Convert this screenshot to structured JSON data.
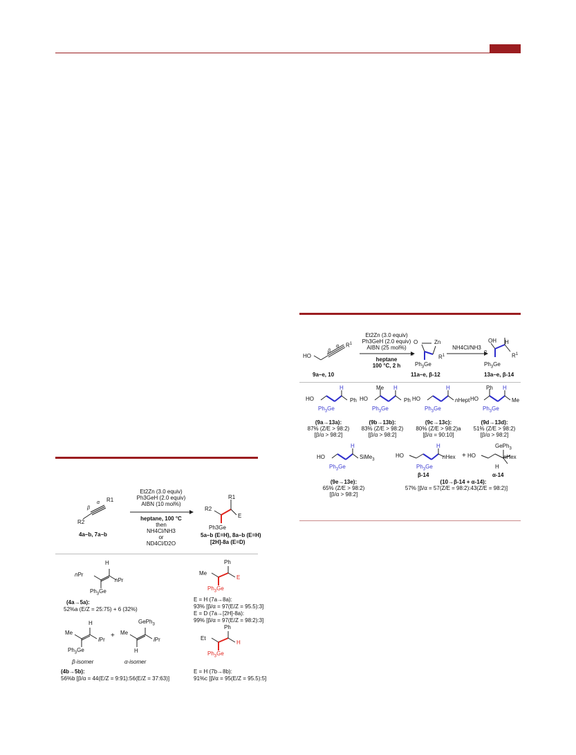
{
  "left_scheme": {
    "reagents": [
      "Et2Zn (3.0 equiv)",
      "Ph3GeH (2.0 equiv)",
      "AIBN (10 mol%)"
    ],
    "conditions": "heptane, 100 °C",
    "then": "then",
    "quench1": "NH4Cl/NH3",
    "or": "or",
    "quench2": "ND4Cl/D2O",
    "start_label": "4a–b, 7a–b",
    "product_label1": "5a–b (E=H), 8a–b (E=H)",
    "product_label2": "[2H]-8a (E=D)",
    "atoms": {
      "r1": "R1",
      "r2": "R2",
      "alpha": "α",
      "beta": "β",
      "e": "E",
      "ph3ge": "Ph3Ge"
    },
    "entries": {
      "e4a_title": "(4a→5a):",
      "e4a_yield": "52%a (E/Z = 25:75) + 6 (32%)",
      "e4b_title": "(4b→5b):",
      "e4b_yield": "56%b [β/α = 44(E/Z = 9:91):56(E/Z = 37:63)]",
      "e7a_line1": "E = H (7a→8a):",
      "e7a_line2": "93% [β/α = 97(E/Z = 95.5):3]",
      "e7a_line3": "E = D (7a→[2H]-8a):",
      "e7a_line4": "99% [β/α = 97(E/Z = 98:2):3]",
      "e7b_line1": "E = H (7b→8b):",
      "e7b_line2": "91%c [β/α = 95(E/Z = 95.5):5]",
      "beta_isomer": "β-isomer",
      "alpha_isomer": "α-isomer"
    }
  },
  "right_scheme": {
    "reagents": [
      "Et2Zn (3.0 equiv)",
      "Ph3GeH (2.0 equiv)",
      "AIBN (25 mol%)"
    ],
    "conditions1": "heptane",
    "conditions2": "100 °C, 2 h",
    "quench": "NH4Cl/NH3",
    "start_label": "9a–e, 10",
    "intermediate_label": "11a–e, β-12",
    "product_label": "13a–e, β-14",
    "entries": {
      "e9a_title": "(9a→13a):",
      "e9a_l1": "87% (Z/E > 98:2)",
      "e9a_l2": "[β/α > 98:2]",
      "e9b_title": "(9b→13b):",
      "e9b_l1": "83% (Z/E > 98:2)",
      "e9b_l2": "[β/α > 98:2]",
      "e9c_title": "(9c→13c):",
      "e9c_l1": "80% (Z/E > 98:2)a",
      "e9c_l2": "[β/α = 90:10]",
      "e9d_title": "(9d→13d):",
      "e9d_l1": "51% (Z/E > 98:2)",
      "e9d_l2": "[β/α > 98:2]",
      "e9e_title": "(9e→13e):",
      "e9e_l1": "65% (Z/E > 98:2)",
      "e9e_l2": "[β/α > 98:2]",
      "e10_title": "(10→β-14 + α-14):",
      "e10_l1": "57% [β/α = 57(Z/E = 98:2):43(Z/E = 98:2)]",
      "beta14": "β-14",
      "alpha14": "α-14"
    }
  }
}
